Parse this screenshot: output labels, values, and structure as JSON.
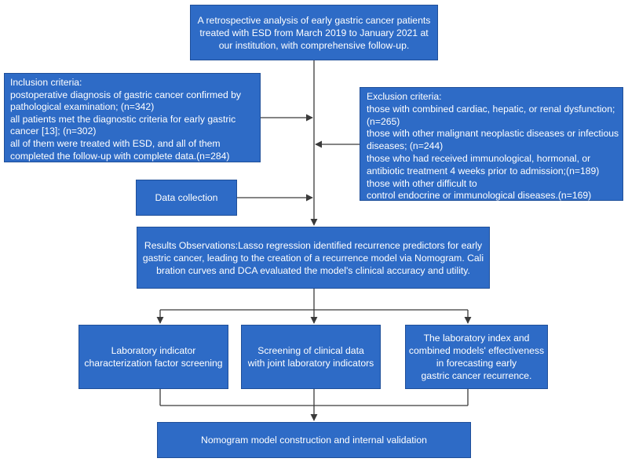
{
  "top_box": {
    "lines": [
      "A retrospective analysis of early gastric cancer patients",
      "treated with ESD from March 2019 to January 2021 at",
      "our institution, with comprehensive follow-up."
    ]
  },
  "inclusion_box": {
    "lines": [
      "Inclusion criteria:",
      "postoperative diagnosis of gastric cancer confirmed by",
      "pathological examination; (n=342)",
      "all patients met the diagnostic criteria for early gastric",
      "cancer [13]; (n=302)",
      "all of them were treated with ESD, and all of them",
      "completed the follow-up with complete data.(n=284)"
    ]
  },
  "exclusion_box": {
    "lines": [
      "Exclusion criteria:",
      "those with combined cardiac, hepatic, or renal dysfunction;",
      "(n=265)",
      "those with other malignant neoplastic diseases or infectious",
      "diseases; (n=244)",
      "those who had received immunological, hormonal, or",
      "antibiotic treatment 4 weeks prior to admission;(n=189)",
      "those with other difficult to",
      "control endocrine or immunological diseases.(n=169)"
    ]
  },
  "data_collection_box": {
    "label": "Data collection"
  },
  "results_box": {
    "lines": [
      "Results Observations:Lasso regression identified recurrence predictors for early",
      "gastric cancer, leading to the creation of a recurrence model via Nomogram. Cali",
      "bration curves and DCA evaluated the model's clinical accuracy and utility."
    ]
  },
  "branch_boxes": [
    {
      "lines": [
        "Laboratory indicator",
        "characterization factor screening"
      ]
    },
    {
      "lines": [
        "Screening of clinical data",
        "with joint laboratory indicators"
      ]
    },
    {
      "lines": [
        "The laboratory index and",
        "combined models' effectiveness",
        "in forecasting early",
        "gastric cancer recurrence."
      ]
    }
  ],
  "nomogram_box": {
    "label": "Nomogram model construction and internal validation"
  },
  "colors": {
    "box_fill": "#2e6bc6",
    "box_border": "#1f4f99",
    "connector": "#3a3a3a",
    "text": "#ffffff"
  }
}
